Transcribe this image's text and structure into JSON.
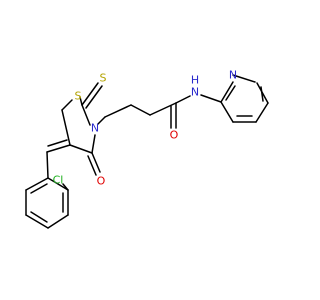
{
  "molecule": {
    "atoms": {
      "cl": "Cl",
      "s_ring": "S",
      "s_thione": "S",
      "n_ring": "N",
      "o_ring": "O",
      "o_amide": "O",
      "nh": "N",
      "h": "H",
      "n_pyridine": "N"
    }
  },
  "colors": {
    "bond": "#000000",
    "chlorine": "#1fb01f",
    "sulfur": "#b3a300",
    "nitrogen": "#2a2acc",
    "oxygen": "#e00000"
  }
}
